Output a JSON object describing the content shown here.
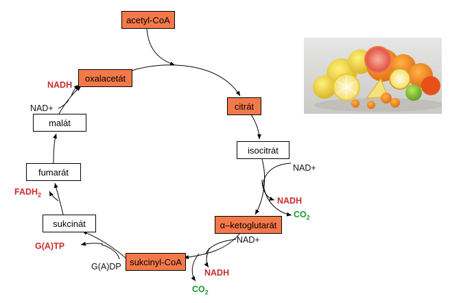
{
  "boxes": {
    "acetyl_coa": "acetyl-CoA",
    "oxalacetat": "oxalacetát",
    "citrat": "citrát",
    "isocitrat": "isocitrát",
    "ketoglutarat": "α–ketoglutarát",
    "sukcinyl_coa": "sukcinyl-CoA",
    "sukcinat": "sukcinát",
    "fumarat": "fumarát",
    "malat": "malát"
  },
  "labels": {
    "nadh_oxal": "NADH",
    "nad_malat": "NAD+",
    "fadh": "FADH",
    "fadh_sub": "2",
    "gatp": "G(A)TP",
    "gadp": "G(A)DP",
    "nad_iso": "NAD+",
    "nadh_iso": "NADH",
    "co2_iso": "CO",
    "co2_iso_sub": "2",
    "nad_keto": "NAD+",
    "nadh_keto": "NADH",
    "co2_keto": "CO",
    "co2_keto_sub": "2"
  },
  "photo": {
    "icon": "citrus-fruits-image"
  },
  "colors": {
    "orange_box": "#f4794a",
    "red_text": "#cc2c2c",
    "green_text": "#1a9a2a"
  }
}
